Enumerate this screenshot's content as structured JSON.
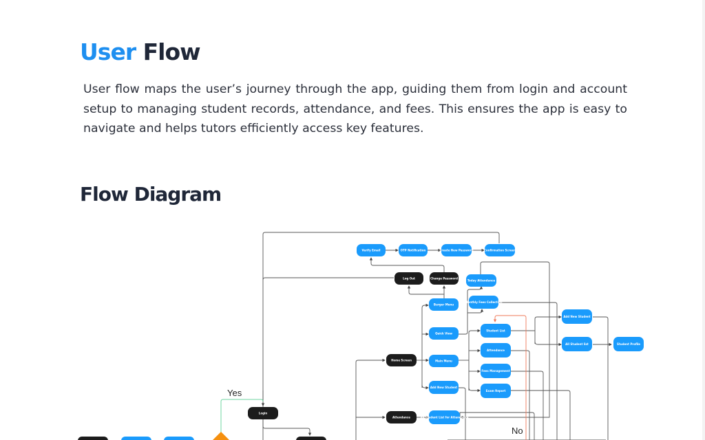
{
  "header": {
    "title_accent": "User",
    "title_rest": "Flow",
    "description": "User flow maps the user’s journey through the app, guiding them from login and account setup to managing student records, attendance, and fees. This ensures the app is easy to navigate and helps tutors efficiently access key features."
  },
  "section": {
    "title": "Flow Diagram"
  },
  "colors": {
    "accent": "#1e8ff0",
    "node_blue": "#1a9bfc",
    "node_dark": "#1c1c1c",
    "decision": "#f5900f",
    "yes_line": "#6fd6a0",
    "no_line": "#ef7a5a",
    "line": "#555555"
  },
  "diagram": {
    "labels": {
      "yes": "Yes",
      "no": "No"
    },
    "nodes": [
      {
        "id": "verify-email",
        "label": "Verify Email",
        "kind": "blue"
      },
      {
        "id": "otp-notification",
        "label": "OTP Notification",
        "kind": "blue"
      },
      {
        "id": "create-new-password",
        "label": "Create New Password",
        "kind": "blue"
      },
      {
        "id": "confirmation-screen",
        "label": "Confirmation Screen",
        "kind": "blue"
      },
      {
        "id": "log-out",
        "label": "Log Out",
        "kind": "dark"
      },
      {
        "id": "change-password",
        "label": "Change Password",
        "kind": "dark"
      },
      {
        "id": "today-attendance",
        "label": "Today Attendance",
        "kind": "blue"
      },
      {
        "id": "burger-menu",
        "label": "Burger Menu",
        "kind": "blue"
      },
      {
        "id": "monthly-fees-collection",
        "label": "Monthly Fees Collection",
        "kind": "blue"
      },
      {
        "id": "quick-view",
        "label": "Quick View",
        "kind": "blue"
      },
      {
        "id": "student-list",
        "label": "Student List",
        "kind": "blue"
      },
      {
        "id": "add-new-student-right",
        "label": "Add New Student",
        "kind": "blue"
      },
      {
        "id": "home-screen",
        "label": "Home Screen",
        "kind": "dark"
      },
      {
        "id": "main-menu",
        "label": "Main Menu",
        "kind": "blue"
      },
      {
        "id": "attendance-sub",
        "label": "Attendance",
        "kind": "blue"
      },
      {
        "id": "all-student-list",
        "label": "All Student list",
        "kind": "blue"
      },
      {
        "id": "student-profile",
        "label": "Student Profile",
        "kind": "blue"
      },
      {
        "id": "fees-management",
        "label": "Fees Management",
        "kind": "blue"
      },
      {
        "id": "add-new-student",
        "label": "Add New Student",
        "kind": "blue"
      },
      {
        "id": "exam-report",
        "label": "Exam Report",
        "kind": "blue"
      },
      {
        "id": "login",
        "label": "Login",
        "kind": "dark"
      },
      {
        "id": "attendance-main",
        "label": "Attendance",
        "kind": "dark"
      },
      {
        "id": "all-student-list-attendance",
        "label": "All Student List for Attendance",
        "kind": "blue"
      }
    ]
  }
}
